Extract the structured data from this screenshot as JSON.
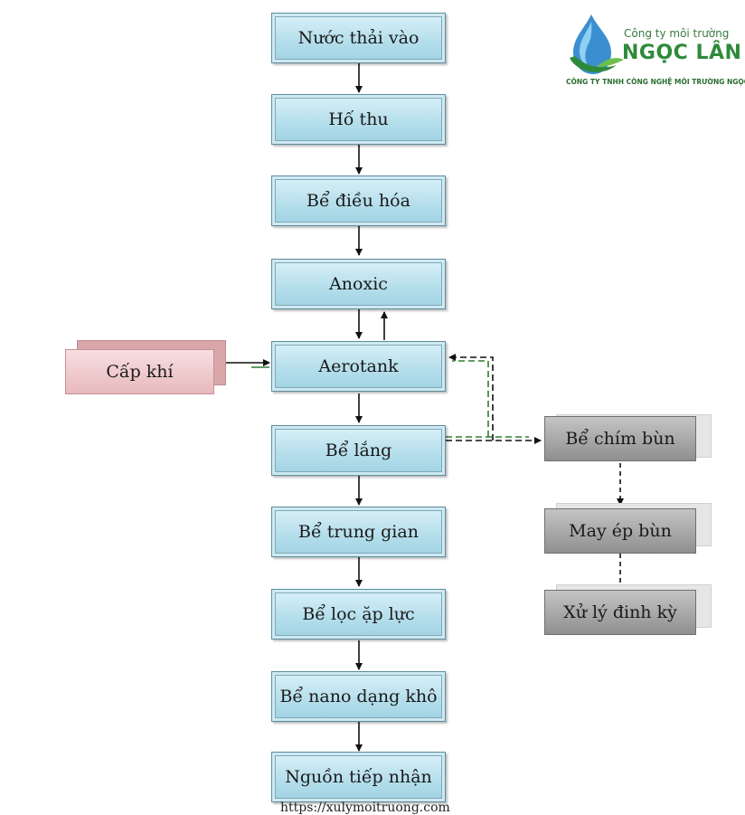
{
  "logo": {
    "tagline": "Công ty môi trường",
    "name": "NGỌC LÂN",
    "subtitle": "CÔNG TY TNHH CÔNG NGHỆ MÔI TRƯỜNG NGỌC LÂN"
  },
  "process": [
    "Nước thải vào",
    "Hố thu",
    "Bể điều hóa",
    "Anoxic",
    "Aerotank",
    "Bể lắng",
    "Bể trung gian",
    "Bể lọc ặp lực",
    "Bể nano dạng khô",
    "Nguồn tiếp nhận"
  ],
  "air": {
    "label": "Cấp khí"
  },
  "sludge": [
    "Bể chím bùn",
    "May ép bùn",
    "Xử lý đinh kỳ"
  ],
  "footer": {
    "url": "https://xulymoitruong.com"
  },
  "colors": {
    "process_fill": "#b6dfec",
    "air_fill": "#e8b9bd",
    "sludge_fill": "#a8a8a8",
    "recycle_line": "#2e7d32"
  }
}
